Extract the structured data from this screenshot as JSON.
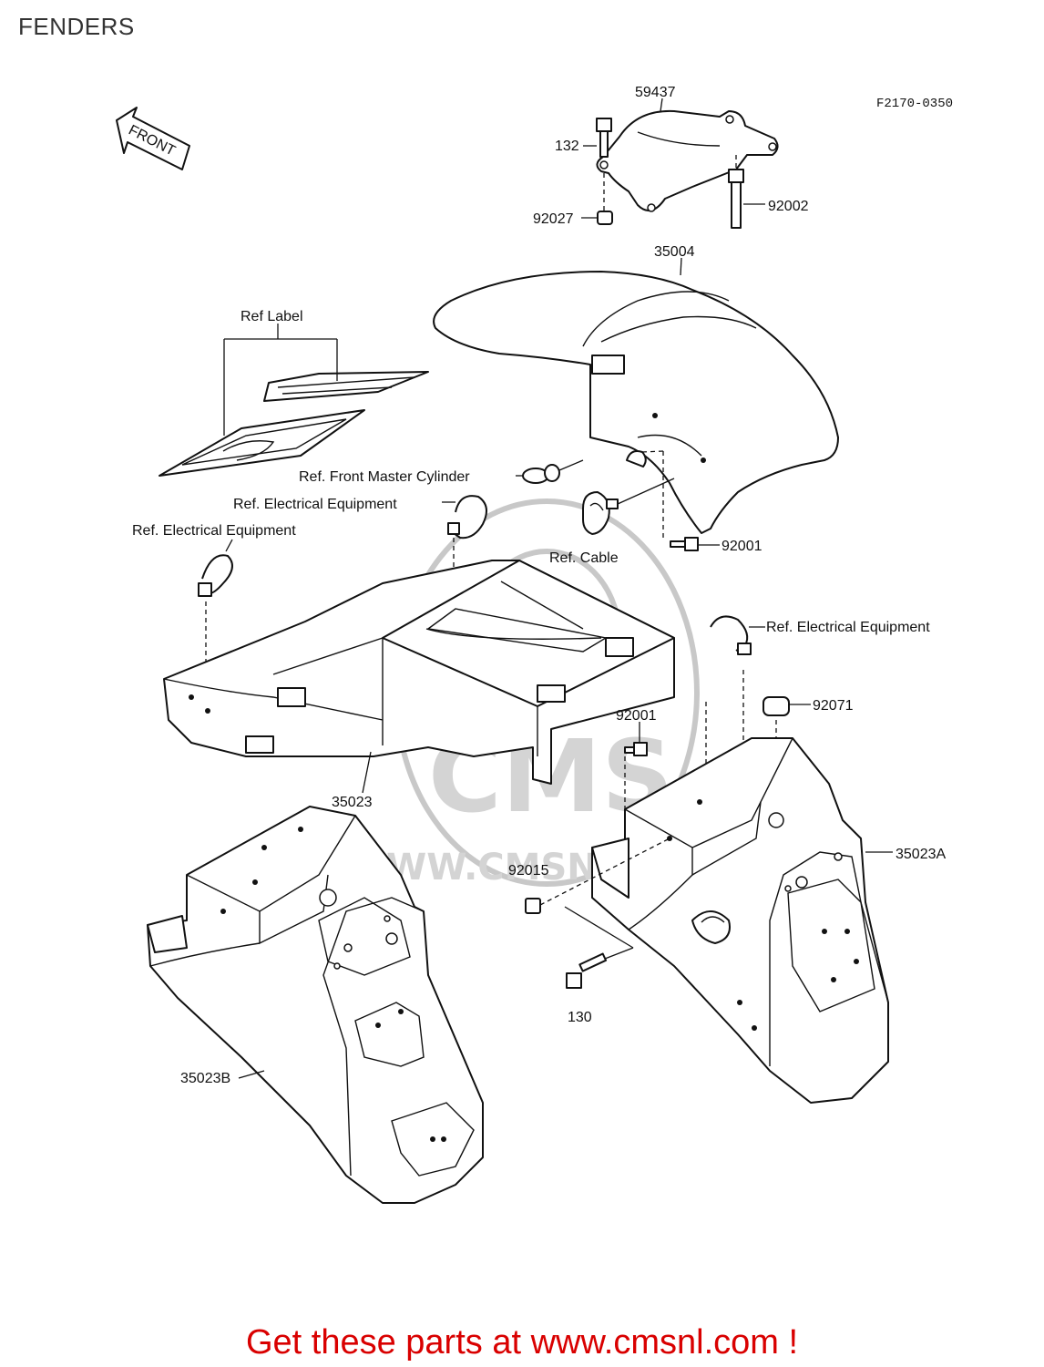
{
  "page": {
    "title": "FENDERS",
    "figure_code": "F2170-0350",
    "footer_text": "Get these parts at www.cmsnl.com !",
    "footer_color": "#d90000"
  },
  "watermark": {
    "brand": "CMS",
    "url": "WWW.CMSNL.COM"
  },
  "front_arrow": {
    "text": "FRONT"
  },
  "labels": {
    "p59437": "59437",
    "p132": "132",
    "p92027": "92027",
    "p92002": "92002",
    "p35004": "35004",
    "ref_label": "Ref Label",
    "ref_front_master_cylinder": "Ref. Front Master Cylinder",
    "ref_electrical_1": "Ref. Electrical Equipment",
    "ref_electrical_2": "Ref. Electrical Equipment",
    "ref_cable": "Ref. Cable",
    "p92001_a": "92001",
    "ref_electrical_3": "Ref. Electrical Equipment",
    "p92071": "92071",
    "p92001_b": "92001",
    "p35023": "35023",
    "p35023A": "35023A",
    "p92015": "92015",
    "p130": "130",
    "p35023B": "35023B"
  }
}
